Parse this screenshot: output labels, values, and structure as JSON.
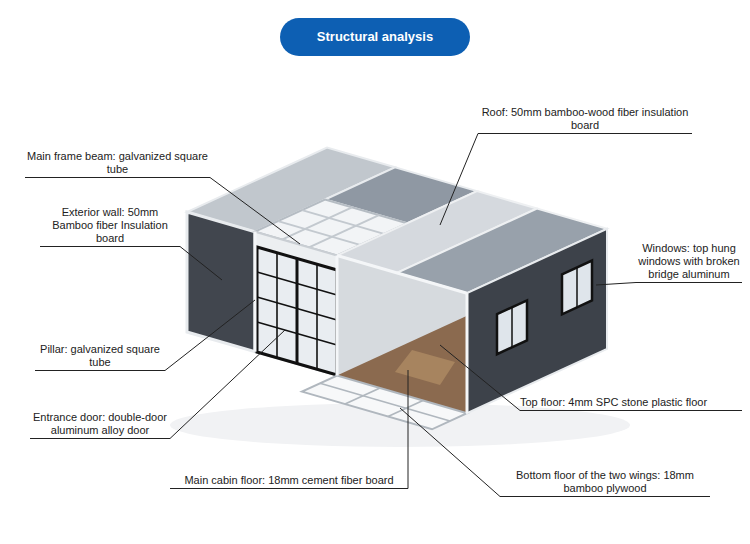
{
  "diagram": {
    "title": "Structural analysis",
    "labels": [
      "Roof: 50mm bamboo-wood fiber insulation board",
      "Main frame beam: galvanized square tube",
      "Exterior wall: 50mm Bamboo fiber Insulation board",
      "Windows: top hung windows with broken bridge aluminum",
      "Pillar: galvanized square tube",
      "Entrance door: double-door aluminum alloy door",
      "Top floor: 4mm SPC stone plastic floor",
      "Main cabin floor: 18mm cement fiber board",
      "Bottom floor of the two wings: 18mm bamboo plywood"
    ]
  }
}
